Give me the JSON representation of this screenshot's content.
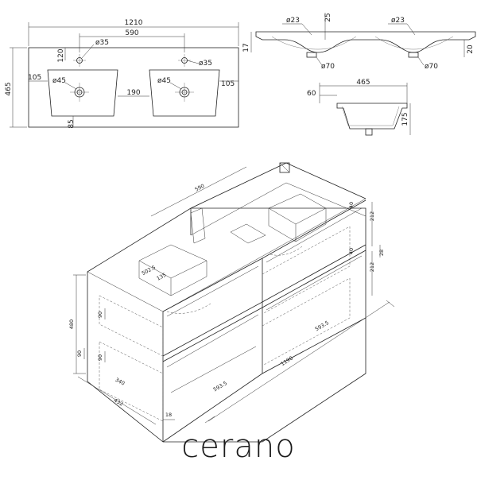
{
  "top_view": {
    "width": "1210",
    "basin_spacing": "590",
    "depth": "465",
    "faucet_offset": "120",
    "faucet_hole_left": "ø35",
    "faucet_hole_right": "ø35",
    "drain_left": "ø45",
    "drain_right": "ø45",
    "edge_left": "105",
    "edge_right": "105",
    "basin_gap": "190",
    "front_offset": "85"
  },
  "front_section": {
    "overflow_left": "ø23",
    "overflow_right": "ø23",
    "top_offset": "25",
    "rim_height": "17",
    "drain_height": "20",
    "waste_left": "ø70",
    "waste_right": "ø70"
  },
  "side_section": {
    "depth": "465",
    "rim": "60",
    "height": "175"
  },
  "cabinet": {
    "top_width": "590",
    "inner_1": "502.5",
    "inner_2": "135",
    "drawer_gap_top": "90",
    "drawer_gap_bottom": "90",
    "total_height": "480",
    "height_side_1": "212",
    "height_side_2": "212",
    "gap_1": "40",
    "gap_2": "40",
    "side_offset": "28",
    "lower_gap": "90",
    "inner_depth": "340",
    "total_width": "1190",
    "drawer_width_1": "593.5",
    "drawer_width_2": "593.5",
    "depth": "432",
    "panel": "18"
  },
  "brand": "cerano"
}
